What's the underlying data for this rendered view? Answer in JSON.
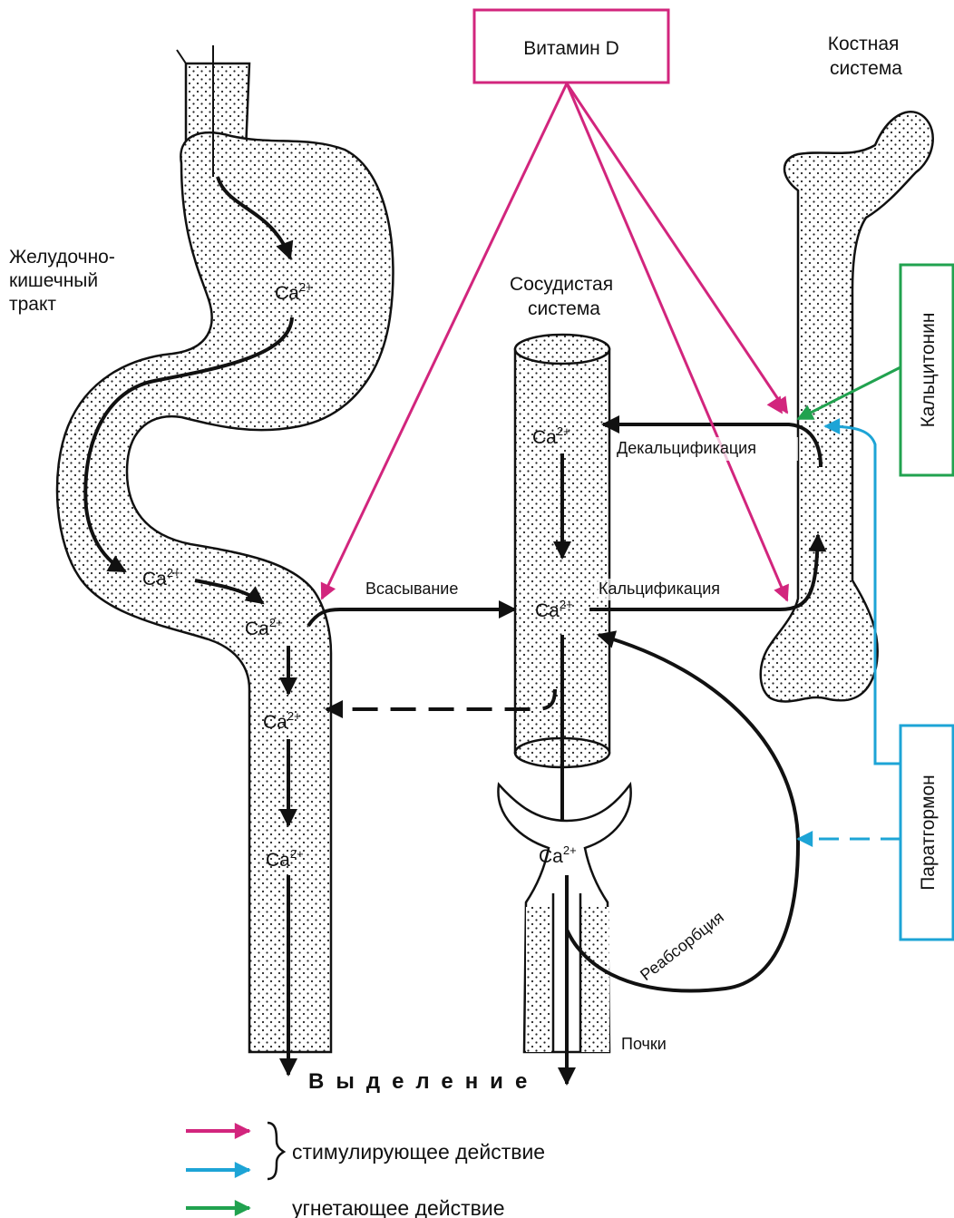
{
  "labels": {
    "git": [
      "Желудочно-",
      "кишечный",
      "тракт"
    ],
    "vascular": [
      "Сосудистая",
      "система"
    ],
    "skeletal": [
      "Костная",
      "система"
    ],
    "vitamin_d": "Витамин D",
    "calcitonin": "Кальцитонин",
    "parathormone": "Паратгормон",
    "absorption": "Всасывание",
    "decalcification": "Декальцификация",
    "calcification": "Кальцификация",
    "reabsorption": "Реабсорбция",
    "kidneys": "Почки",
    "excretion": "Выделение"
  },
  "ion": {
    "base": "Ca",
    "charge": "2+"
  },
  "legend": {
    "stimulating": "стимулирующее действие",
    "inhibiting": "угнетающее действие"
  },
  "colors": {
    "stimulating_magenta": "#d2257d",
    "stimulating_blue": "#1da4d6",
    "inhibiting_green": "#21a24f",
    "ink": "#111111"
  }
}
